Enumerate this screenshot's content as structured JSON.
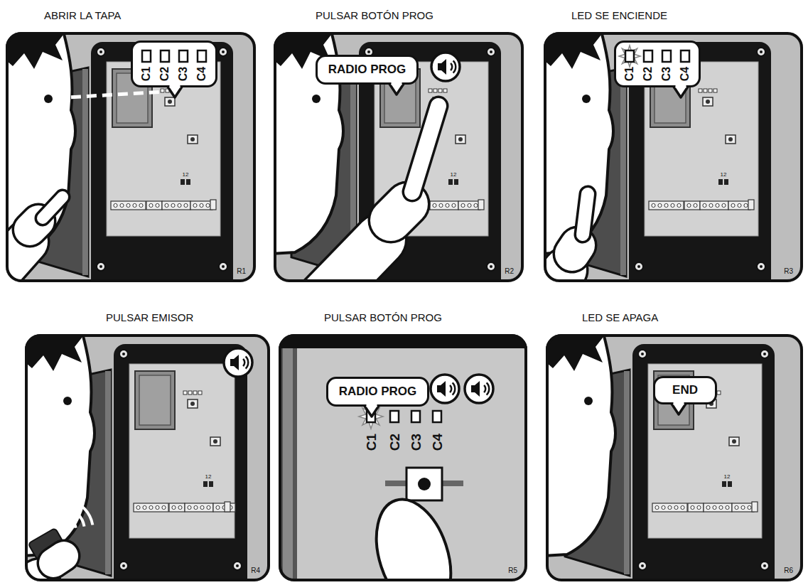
{
  "diagram": {
    "nodes": [
      {
        "text": [
          "ABRIR LA TAPA",
          "R1"
        ]
      },
      {
        "text": [
          "C1",
          "C2",
          "C3",
          "C4"
        ],
        "in": 0
      },
      {
        "text": [
          "PULSAR BOTÓN PROG",
          "R2"
        ]
      },
      {
        "text": [
          "RADIO PROG"
        ],
        "in": 2
      },
      {
        "text": [
          "LED SE ENCIENDE",
          "R3"
        ]
      },
      {
        "text": [
          "C1",
          "C2",
          "C3",
          "C4"
        ],
        "in": 4
      },
      {
        "text": [
          "PULSAR EMISOR",
          "R4"
        ]
      },
      {
        "text": [
          "PULSAR BOTÓN PROG",
          "R5"
        ]
      },
      {
        "text": [
          "RADIO PROG"
        ],
        "in": 7
      },
      {
        "text": [
          "LED SE APAGA",
          "R6"
        ]
      },
      {
        "text": [
          "END"
        ],
        "in": 9
      }
    ],
    "labels": [
      "12",
      "12",
      "12",
      "12",
      "C1",
      "C2",
      "C3",
      "C4",
      "12"
    ]
  }
}
